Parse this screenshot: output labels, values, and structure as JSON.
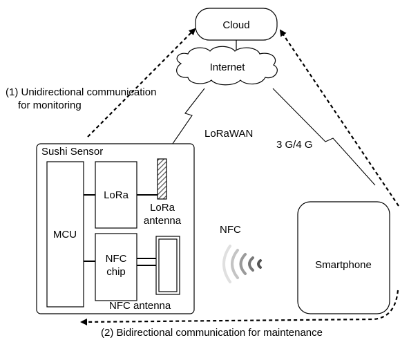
{
  "cloud": {
    "label": "Cloud"
  },
  "internet": {
    "label": "Internet"
  },
  "links": {
    "lorawan": "LoRaWAN",
    "cellular": "3 G/4 G",
    "nfc": "NFC"
  },
  "sensor": {
    "title": "Sushi Sensor",
    "mcu": "MCU",
    "lora": "LoRa",
    "lora_antenna_line1": "LoRa",
    "lora_antenna_line2": "antenna",
    "nfc_chip_line1": "NFC",
    "nfc_chip_line2": "chip",
    "nfc_antenna": "NFC antenna"
  },
  "smartphone": {
    "label": "Smartphone"
  },
  "annotations": {
    "monitoring_line1": "(1) Unidirectional communication",
    "monitoring_line2": "for monitoring",
    "maintenance": "(2) Bidirectional communication for maintenance"
  }
}
